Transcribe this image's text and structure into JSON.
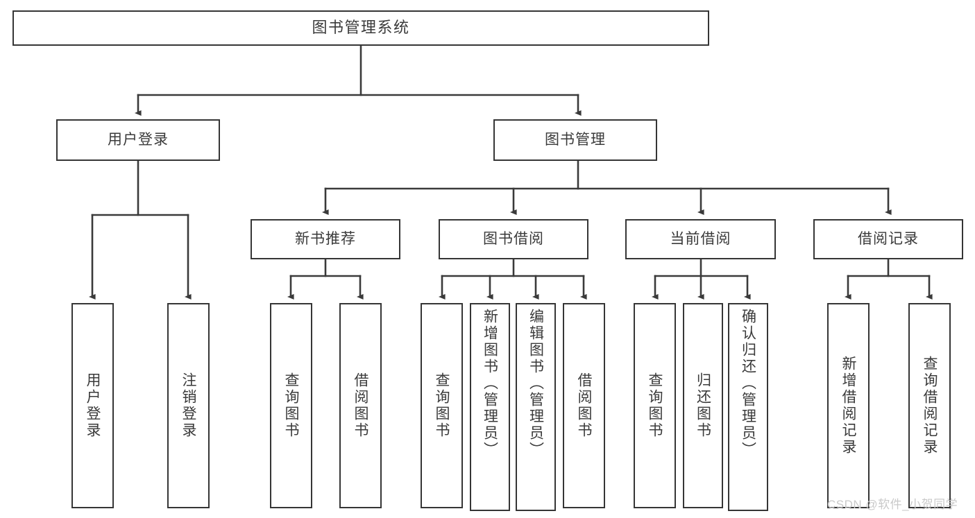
{
  "diagram": {
    "type": "tree-hierarchy",
    "orientation": "top-down",
    "background_color": "#ffffff",
    "node_border_color": "#353535",
    "edge_color": "#3a3a3a",
    "text_color": "#3a3a3a",
    "root": {
      "label": "图书管理系统"
    },
    "level2": [
      {
        "label": "用户登录"
      },
      {
        "label": "图书管理"
      }
    ],
    "level3": [
      {
        "label": "新书推荐"
      },
      {
        "label": "图书借阅"
      },
      {
        "label": "当前借阅"
      },
      {
        "label": "借阅记录"
      }
    ],
    "leaves": {
      "user_login": [
        {
          "label": "用户登录"
        },
        {
          "label": "注销登录"
        }
      ],
      "new_book_recommend": [
        {
          "label": "查询图书"
        },
        {
          "label": "借阅图书"
        }
      ],
      "book_borrow": [
        {
          "label": "查询图书"
        },
        {
          "label": "新增图书（管理员）"
        },
        {
          "label": "编辑图书（管理员）"
        },
        {
          "label": "借阅图书"
        }
      ],
      "current_borrow": [
        {
          "label": "查询图书"
        },
        {
          "label": "归还图书"
        },
        {
          "label": "确认归还（管理员）"
        }
      ],
      "borrow_record": [
        {
          "label": "新增借阅记录"
        },
        {
          "label": "查询借阅记录"
        }
      ]
    }
  },
  "watermark": {
    "text": "CSDN @软件_小贺同学"
  }
}
